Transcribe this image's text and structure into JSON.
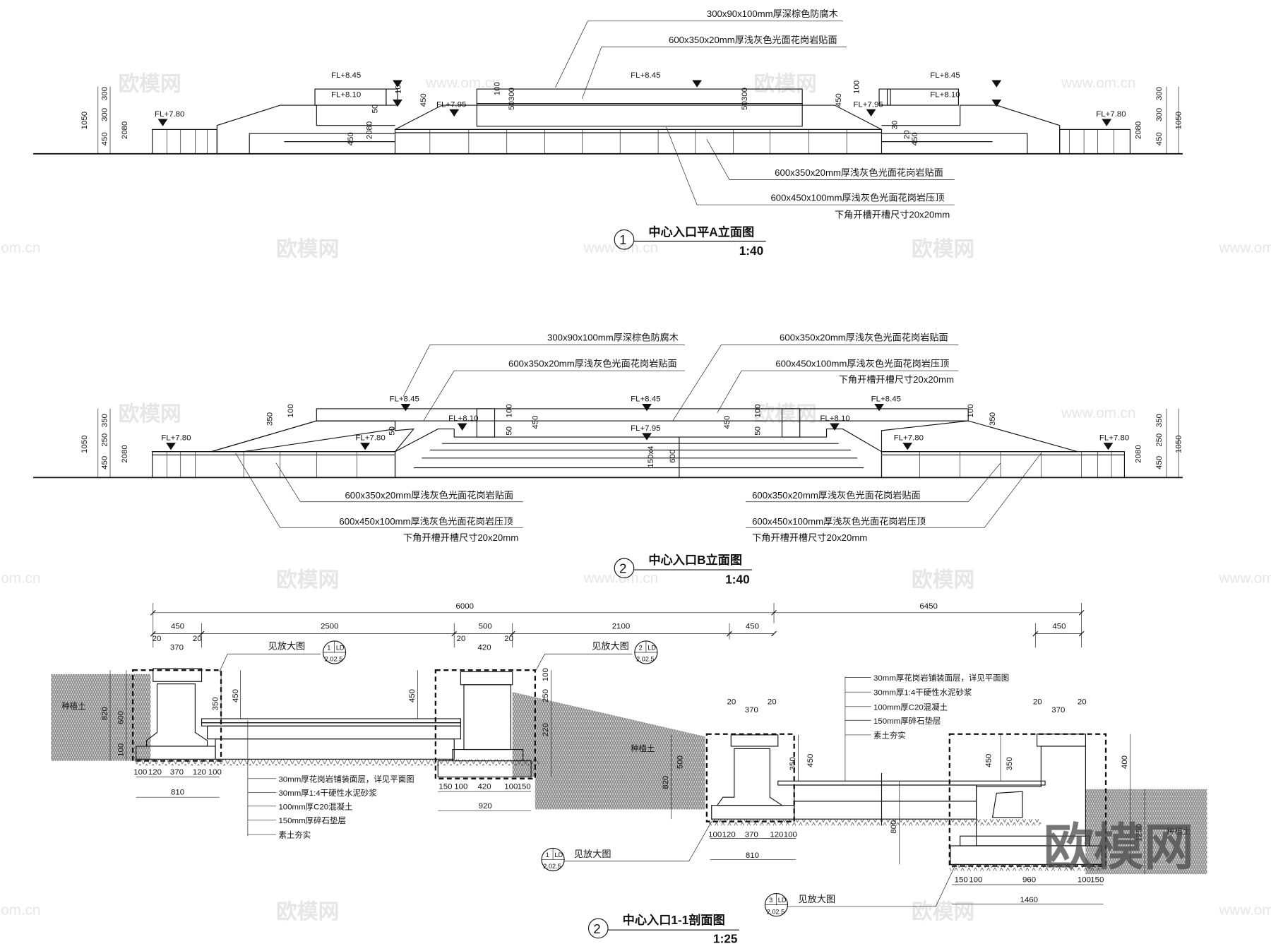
{
  "watermark": {
    "logo": "欧模网",
    "site": "www.om.cn",
    "site_short": "om.cn"
  },
  "elevation_a": {
    "number": "1",
    "title": "中心入口平A立面图",
    "scale": "1:40",
    "callouts": [
      "300x90x100mm厚深棕色防腐木",
      "600x350x20mm厚浅灰色光面花岗岩贴面",
      "600x350x20mm厚浅灰色光面花岗岩贴面",
      "600x450x100mm厚浅灰色光面花岗岩压顶",
      "下角开槽开槽尺寸20x20mm"
    ],
    "levels": [
      "FL+8.45",
      "FL+8.10",
      "FL+7.95",
      "FL+7.80"
    ],
    "dims": [
      "1050",
      "300",
      "300",
      "450",
      "2080",
      "100",
      "450",
      "50",
      "50300",
      "30",
      "20",
      "450"
    ]
  },
  "elevation_b": {
    "number": "2",
    "title": "中心入口B立面图",
    "scale": "1:40",
    "callouts_top": [
      "300x90x100mm厚深棕色防腐木",
      "600x350x20mm厚浅灰色光面花岗岩贴面",
      "600x350x20mm厚浅灰色光面花岗岩贴面",
      "600x450x100mm厚浅灰色光面花岗岩压顶",
      "下角开槽开槽尺寸20x20mm"
    ],
    "callouts_bottom": [
      "600x350x20mm厚浅灰色光面花岗岩贴面",
      "600x450x100mm厚浅灰色光面花岗岩压顶",
      "下角开槽开槽尺寸20x20mm"
    ],
    "levels": [
      "FL+8.45",
      "FL+8.10",
      "FL+7.95",
      "FL+7.80"
    ],
    "dims": [
      "1050",
      "350",
      "250",
      "450",
      "2080",
      "100",
      "50",
      "450",
      "150x4",
      "600"
    ]
  },
  "section": {
    "number": "2",
    "title": "中心入口1-1剖面图",
    "scale": "1:25",
    "overall_dims": [
      "6000",
      "6450"
    ],
    "chain_dims": [
      "450",
      "2500",
      "500",
      "2100",
      "450",
      "450"
    ],
    "detail_dims": [
      "20",
      "370",
      "420",
      "100",
      "120",
      "810",
      "150",
      "920",
      "960",
      "1460",
      "820",
      "600",
      "350",
      "450",
      "250",
      "220",
      "400",
      "1250",
      "800",
      "500"
    ],
    "see_detail": "见放大图",
    "detail_refs": [
      {
        "num": "1",
        "tag": "LD",
        "sheet": "2.02.5"
      },
      {
        "num": "2",
        "tag": "LD",
        "sheet": "2.02.5"
      },
      {
        "num": "3",
        "tag": "LD",
        "sheet": "2.02.5"
      }
    ],
    "layers": [
      "30mm厚花岗岩铺装面层，详见平面图",
      "30mm厚1:4干硬性水泥砂浆",
      "100mm厚C20混凝土",
      "150mm厚碎石垫层",
      "素土夯实"
    ],
    "soil_label": "种植土"
  }
}
